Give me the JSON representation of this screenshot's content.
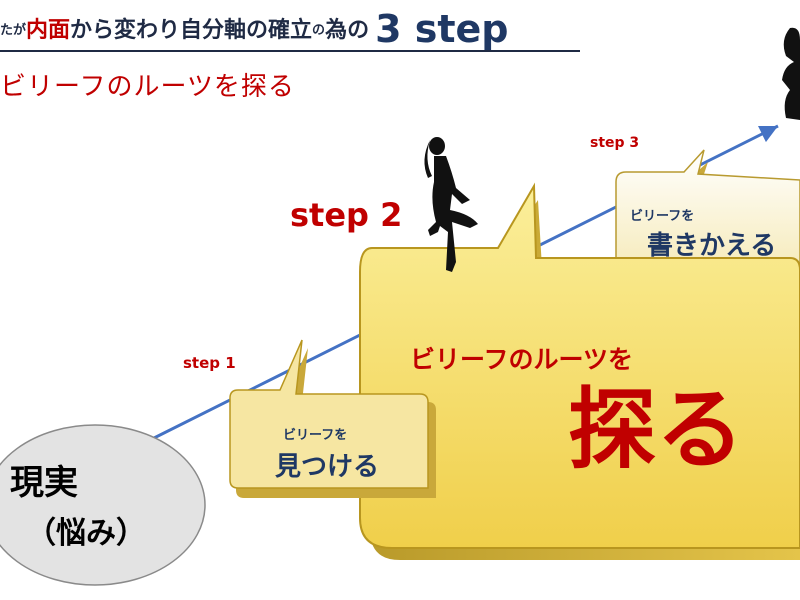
{
  "title": {
    "prefix": "たが",
    "red": "内面",
    "middle": "から変わり自分軸の確立",
    "particle": "の",
    "purpose": "為の",
    "big": "3 step"
  },
  "subtitle": "ビリーフのルーツを探る",
  "steps": {
    "step1": "step 1",
    "step2": "step 2",
    "step3": "step 3"
  },
  "balloons": {
    "b1": {
      "small": "ビリーフを",
      "big": "見つける"
    },
    "b2": {
      "small": "ビリーフのルーツを",
      "big": "探る"
    },
    "b3": {
      "small": "ビリーフを",
      "big": "書きかえる"
    }
  },
  "reality": {
    "main": "現実",
    "sub": "（悩み）"
  },
  "colors": {
    "accent_red": "#c00000",
    "navy": "#1f3864",
    "balloon_fill": "#f3d868",
    "balloon_light": "#fbf3c9",
    "arrow": "#4472c4",
    "ellipse": "#e3e3e3"
  },
  "icons": [
    "woman-silhouette-icon",
    "person-silhouette-icon",
    "growth-arrow-icon"
  ]
}
